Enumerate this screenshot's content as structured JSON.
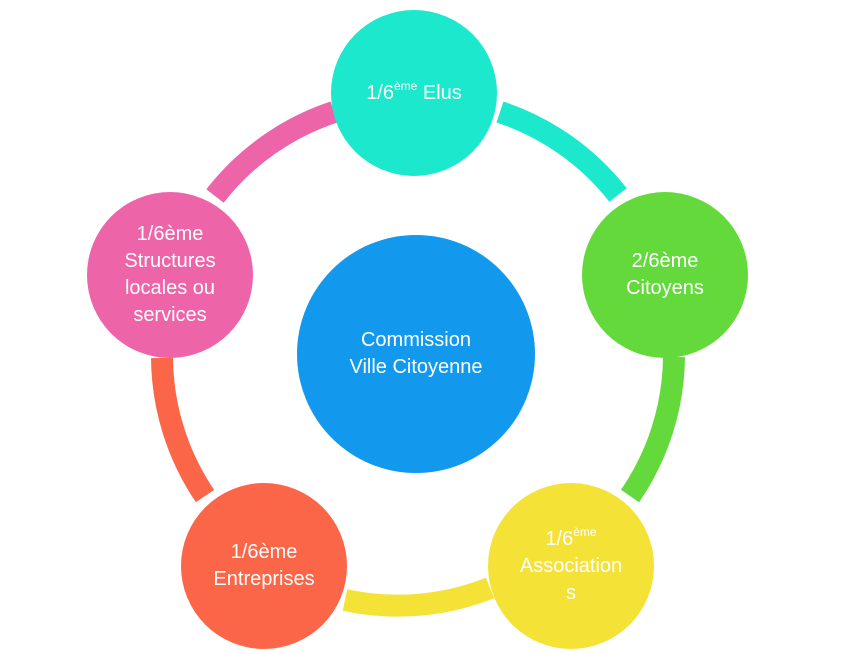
{
  "colors": {
    "center": "#1299EE",
    "elus": "#1BE8CC",
    "citoyens": "#63D93C",
    "associations": "#F5E236",
    "entreprises": "#FB6548",
    "structures": "#ED64A9",
    "arc_elus_citoyens": "#1BE8CC",
    "arc_citoyens_associations": "#63D93C",
    "arc_associations_entreprises": "#F5E236",
    "arc_entreprises_structures": "#FB6548",
    "arc_structures_elus": "#ED64A9"
  },
  "center": {
    "line1": "Commission",
    "line2": "Ville Citoyenne"
  },
  "nodes": {
    "elus": {
      "frac": "1/6",
      "sup": "ème",
      "rest": " Elus"
    },
    "citoyens": {
      "line1": "2/6ème",
      "line2": "Citoyens"
    },
    "associations": {
      "frac": "1/6",
      "sup": "ème",
      "line2": "Association",
      "line3": "s"
    },
    "entreprises": {
      "line1": "1/6ème",
      "line2": "Entreprises"
    },
    "structures": {
      "line1": "1/6ème",
      "line2": "Structures",
      "line3": "locales ou",
      "line4": "services"
    }
  }
}
